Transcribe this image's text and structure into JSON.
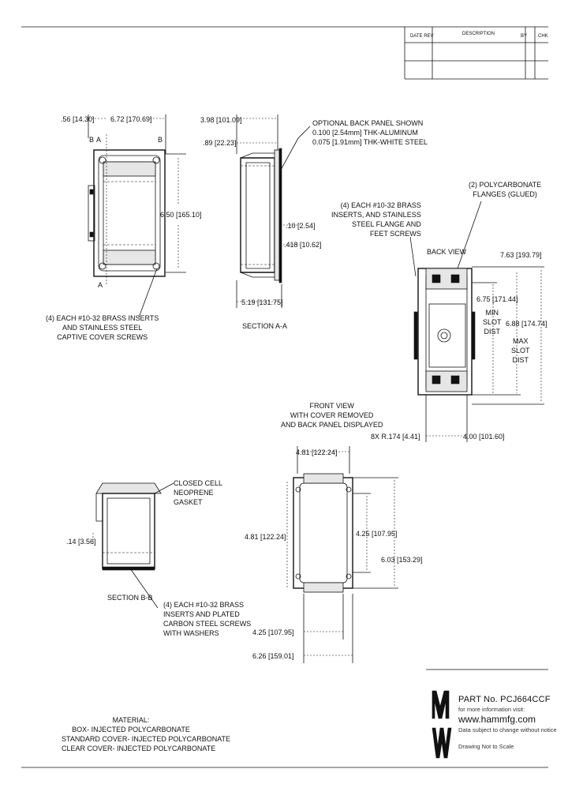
{
  "revision_block": {
    "col1": "DATE REV",
    "col2": "DESCRIPTION",
    "col3": "BY",
    "col4": "CHK"
  },
  "top_view": {
    "dim_flange": ".56 [14.30]",
    "dim_width": "6.72 [170.69]",
    "dim_height": "6.50 [165.10]",
    "label_b_left": "B",
    "label_a_left": "A",
    "label_b_right": "B",
    "label_a_bottom": "A",
    "note_inserts": "(4) EACH #10-32 BRASS INSERTS\nAND STAINLESS STEEL\nCAPTIVE COVER SCREWS"
  },
  "section_aa": {
    "dim_depth": "3.98 [101.09]",
    "dim_lip": ".89 [22.23]",
    "dim_slot": ".10 [2.54]",
    "dim_slot2": ".418 [10.62]",
    "dim_base": "5.19 [131.75]",
    "label": "SECTION A-A",
    "note_back_panel": "OPTIONAL BACK PANEL SHOWN\n0.100 [2.54mm] THK-ALUMINUM\n0.075 [1.91mm] THK-WHITE STEEL"
  },
  "back_view": {
    "note_flanges": "(2) POLYCARBONATE\nFLANGES (GLUED)",
    "note_inserts": "(4) EACH #10-32 BRASS\nINSERTS, AND STAINLESS\nSTEEL FLANGE AND\nFEET SCREWS",
    "label": "BACK VIEW",
    "dim_overall": "7.63 [193.79]",
    "dim_min_slot": "6.75 [171.44]",
    "min_slot_label": "MIN\nSLOT\nDIST",
    "dim_max_slot": "6.88 [174.74]",
    "max_slot_label": "MAX\nSLOT\nDIST",
    "dim_radius": "8X R.174 [4.41]",
    "dim_width": "4.00 [101.60]",
    "front_label": "FRONT VIEW\nWITH COVER REMOVED\nAND BACK PANEL DISPLAYED"
  },
  "front_view": {
    "dim_top": "4.81 [122.24]",
    "dim_left": "4.81 [122.24]",
    "dim_inner": "4.25 [107.95]",
    "dim_outer": "6.03 [153.29]",
    "dim_bottom1": "4.25 [107.95]",
    "dim_bottom2": "6.26 [159.01]"
  },
  "section_bb": {
    "note_gasket": "CLOSED CELL\nNEOPRENE\nGASKET",
    "dim_height": ".14 [3.56]",
    "label": "SECTION B-B",
    "note_screws": "(4) EACH #10-32 BRASS\nINSERTS AND PLATED\nCARBON STEEL SCREWS\nWITH WASHERS"
  },
  "material": {
    "heading": "MATERIAL:",
    "line1": "BOX- INJECTED POLYCARBONATE",
    "line2": "STANDARD COVER- INJECTED POLYCARBONATE",
    "line3": "CLEAR COVER- INJECTED POLYCARBONATE"
  },
  "title_block": {
    "part_no": "PART No. PCJ664CCF",
    "visit": "for more information visit:",
    "url": "www.hammfg.com",
    "disclaimer": "Data subject to change without notice",
    "scale": "Drawing Not to Scale"
  }
}
